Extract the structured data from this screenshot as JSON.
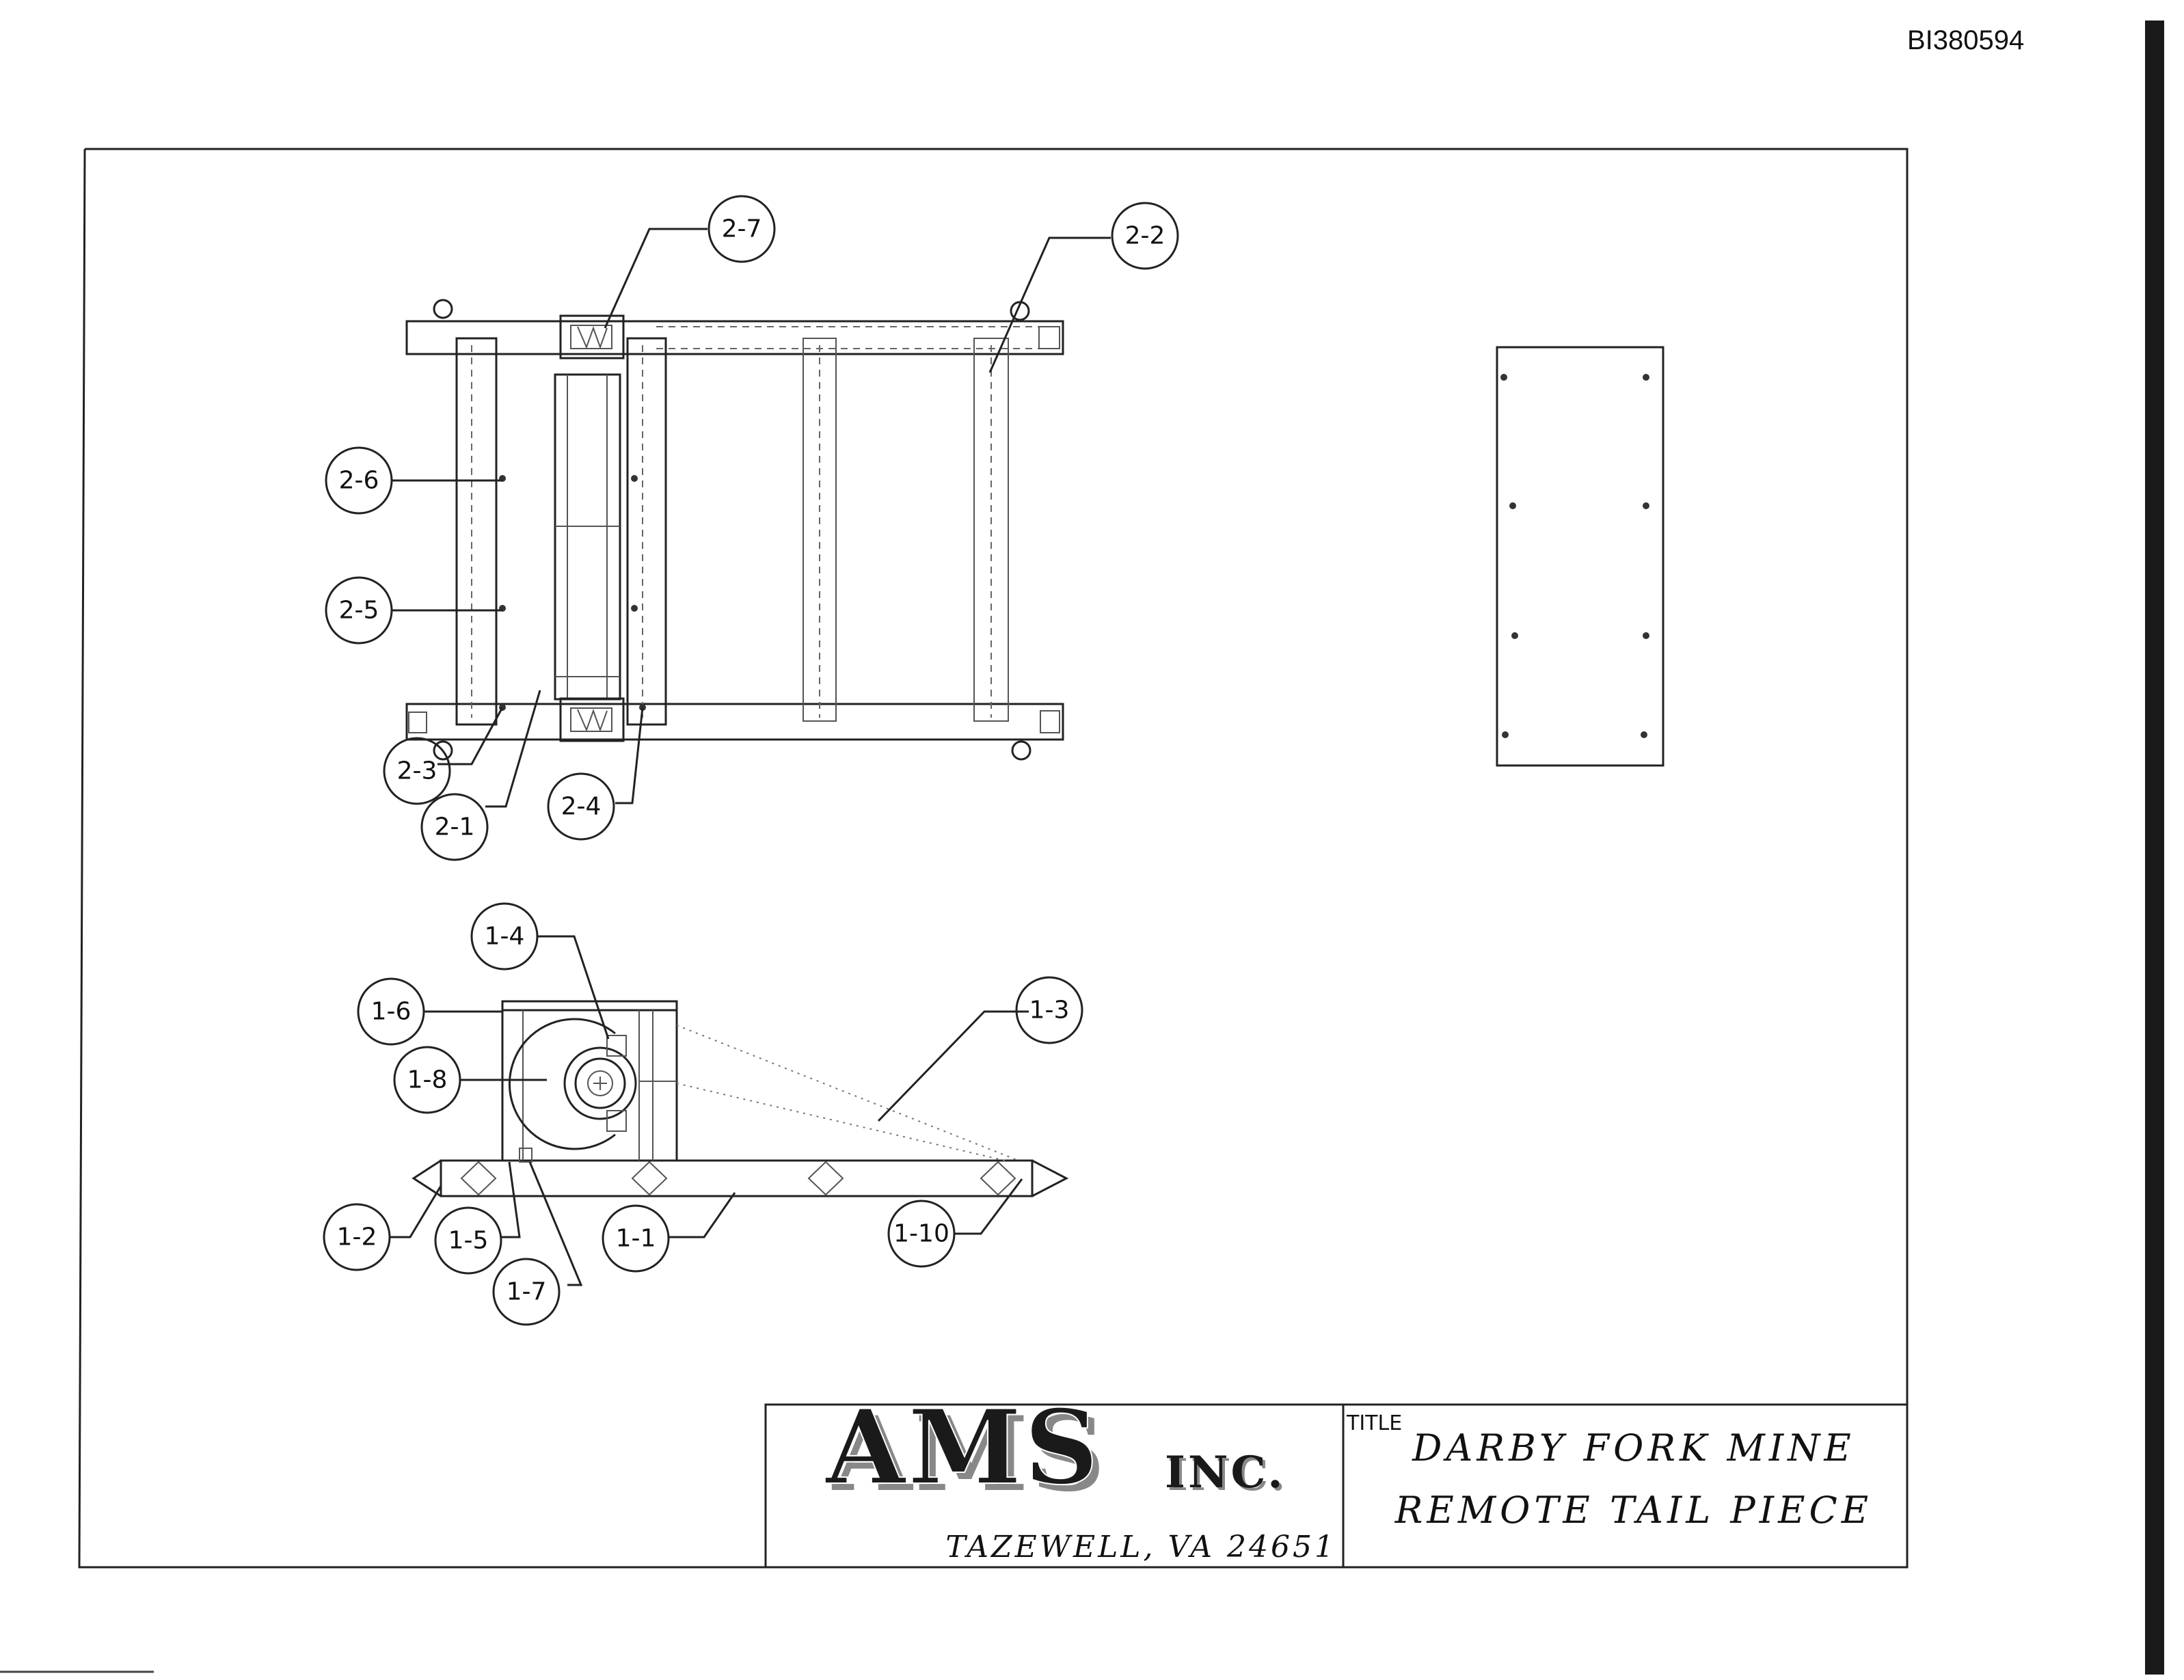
{
  "document_id": "BI380594",
  "callouts": {
    "c2_7": "2-7",
    "c2_2": "2-2",
    "c2_6": "2-6",
    "c2_5": "2-5",
    "c2_3": "2-3",
    "c2_1": "2-1",
    "c2_4": "2-4",
    "c1_4": "1-4",
    "c1_6": "1-6",
    "c1_8": "1-8",
    "c1_3": "1-3",
    "c1_2": "1-2",
    "c1_5": "1-5",
    "c1_1": "1-1",
    "c1_7": "1-7",
    "c1_10": "1-10"
  },
  "title_block": {
    "company_logo": "AMS",
    "company_suffix": "INC.",
    "address": "TAZEWELL, VA 24651",
    "title_label": "TITLE",
    "title_line1": "DARBY FORK MINE",
    "title_line2": "REMOTE TAIL PIECE"
  }
}
